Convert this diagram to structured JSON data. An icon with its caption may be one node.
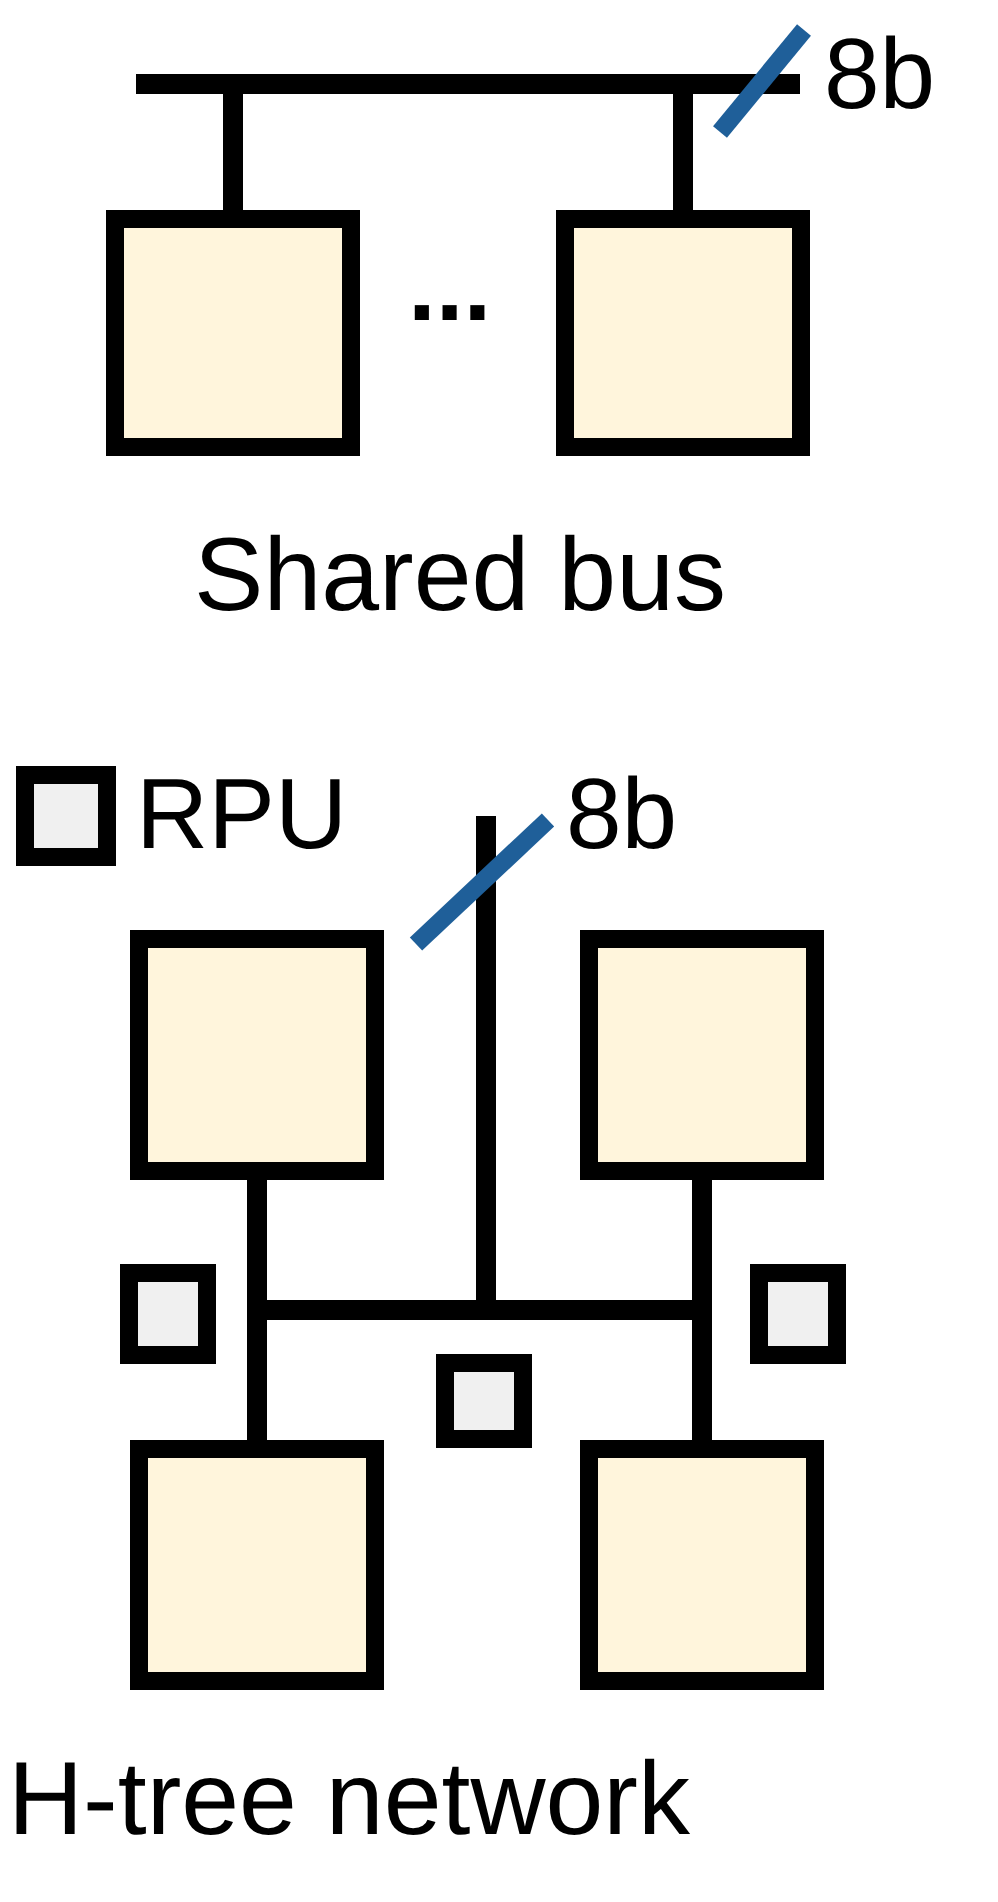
{
  "diagram": {
    "nodes": [
      {
        "text": [],
        "shape": "box"
      },
      {
        "text": [],
        "shape": "box"
      },
      {
        "text": [],
        "shape": "box"
      },
      {
        "text": [],
        "shape": "box"
      },
      {
        "text": [],
        "shape": "box"
      },
      {
        "text": [],
        "shape": "box"
      },
      {
        "text": [],
        "shape": "box"
      },
      {
        "text": [],
        "shape": "box"
      },
      {
        "text": [],
        "shape": "box"
      }
    ],
    "edges": [
      {
        "from": 0,
        "to": 1,
        "arrow": "none"
      },
      {
        "from": 2,
        "to": 7,
        "arrow": "none"
      },
      {
        "from": 3,
        "to": 8,
        "arrow": "none"
      },
      {
        "from": 2,
        "to": 3,
        "arrow": "none"
      }
    ],
    "labels": [
      "8b",
      "...",
      "Shared bus",
      "8b",
      "H-tree network"
    ],
    "legend": [
      {
        "text": "RPU"
      }
    ]
  }
}
